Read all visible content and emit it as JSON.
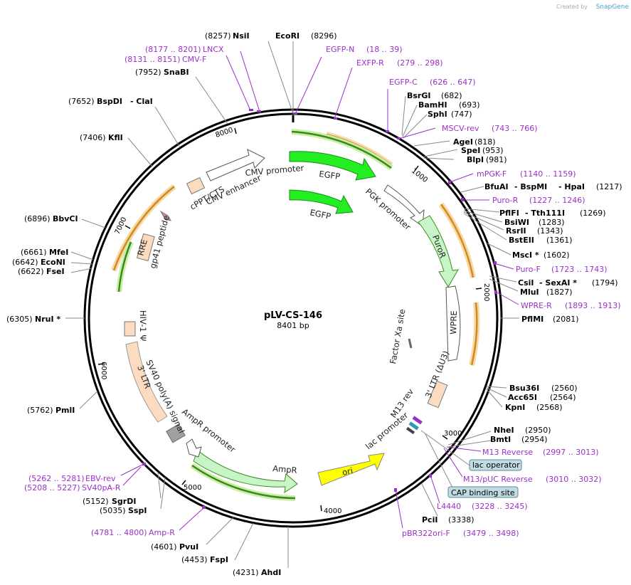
{
  "watermark": "Created by",
  "brand": "SnapGene",
  "plasmid": {
    "name": "pLV-CS-146",
    "size": "8401 bp"
  },
  "colors": {
    "primer": "#9b30c8",
    "egfp": "#22ee22",
    "puror": "#c8f5c8",
    "ampr": "#c8f5c8",
    "ori": "#ffff00",
    "peach": "#fbdcc0",
    "gray": "#a0a0a0",
    "orf_orange": "#d28a1e",
    "orf_green": "#3a8a1a"
  },
  "ticks": [
    "1000",
    "2000",
    "3000",
    "4000",
    "5000",
    "6000",
    "7000",
    "8000"
  ],
  "sites": [
    {
      "pos": "(8257)",
      "name": "NsiI"
    },
    {
      "pos": "(8296)",
      "name": "EcoRI"
    },
    {
      "pos": "(7952)",
      "name": "SnaBI"
    },
    {
      "pos": "(7652)",
      "name": "BspDI",
      "name2": "- ClaI"
    },
    {
      "pos": "(7406)",
      "name": "KflI"
    },
    {
      "pos": "(6896)",
      "name": "BbvCI"
    },
    {
      "pos": "(6661)",
      "name": "MfeI"
    },
    {
      "pos": "(6642)",
      "name": "EcoNI"
    },
    {
      "pos": "(6622)",
      "name": "FseI"
    },
    {
      "pos": "(6305)",
      "name": "NruI *"
    },
    {
      "pos": "(5762)",
      "name": "PmlI"
    },
    {
      "pos": "(5152)",
      "name": "SgrDI"
    },
    {
      "pos": "(5035)",
      "name": "SspI"
    },
    {
      "pos": "(4601)",
      "name": "PvuI"
    },
    {
      "pos": "(4453)",
      "name": "FspI"
    },
    {
      "pos": "(4231)",
      "name": "AhdI"
    },
    {
      "pos": "(3338)",
      "name": "PciI"
    },
    {
      "pos": "(2950)",
      "name": "NheI"
    },
    {
      "pos": "(2954)",
      "name": "BmtI"
    },
    {
      "pos": "(2560)",
      "name": "Bsu36I"
    },
    {
      "pos": "(2564)",
      "name": "Acc65I"
    },
    {
      "pos": "(2568)",
      "name": "KpnI"
    },
    {
      "pos": "(2081)",
      "name": "PflMI"
    },
    {
      "pos": "(1827)",
      "name": "MluI"
    },
    {
      "pos": "(1794)",
      "name": "CsiI",
      "name2": "- SexAI *"
    },
    {
      "pos": "(1602)",
      "name": "MscI *"
    },
    {
      "pos": "(1361)",
      "name": "BstEII"
    },
    {
      "pos": "(1343)",
      "name": "RsrII"
    },
    {
      "pos": "(1283)",
      "name": "BsiWI"
    },
    {
      "pos": "(1269)",
      "name": "PflFI",
      "name2": "- Tth111I"
    },
    {
      "pos": "(1217)",
      "name": "BfuAI",
      "name2": "- BspMI",
      "name3": "- HpaI"
    },
    {
      "pos": "(981)",
      "name": "BlpI"
    },
    {
      "pos": "(953)",
      "name": "SpeI"
    },
    {
      "pos": "(818)",
      "name": "AgeI"
    },
    {
      "pos": "(747)",
      "name": "SphI"
    },
    {
      "pos": "(693)",
      "name": "BamHI"
    },
    {
      "pos": "(682)",
      "name": "BsrGI"
    }
  ],
  "primers": [
    {
      "name": "LNCX",
      "range": "(8177 .. 8201)"
    },
    {
      "name": "CMV-F",
      "range": "(8131 .. 8151)"
    },
    {
      "name": "EGFP-N",
      "range": "(18 .. 39)"
    },
    {
      "name": "EXFP-R",
      "range": "(279 .. 298)"
    },
    {
      "name": "EGFP-C",
      "range": "(626 .. 647)"
    },
    {
      "name": "MSCV-rev",
      "range": "(743 .. 766)"
    },
    {
      "name": "mPGK-F",
      "range": "(1140 .. 1159)"
    },
    {
      "name": "Puro-R",
      "range": "(1227 .. 1246)"
    },
    {
      "name": "Puro-F",
      "range": "(1723 .. 1743)"
    },
    {
      "name": "WPRE-R",
      "range": "(1893 .. 1913)"
    },
    {
      "name": "M13 Reverse",
      "range": "(2997 .. 3013)"
    },
    {
      "name": "M13/pUC Reverse",
      "range": "(3010 .. 3032)"
    },
    {
      "name": "L4440",
      "range": "(3228 .. 3245)"
    },
    {
      "name": "pBR322ori-F",
      "range": "(3479 .. 3498)"
    },
    {
      "name": "EBV-rev",
      "range": "(5262 .. 5281)"
    },
    {
      "name": "SV40pA-R",
      "range": "(5208 .. 5227)"
    },
    {
      "name": "Amp-R",
      "range": "(4781 .. 4800)"
    }
  ],
  "boxed_labels": [
    "lac operator",
    "CAP binding site"
  ],
  "features": {
    "cmv_promoter": "CMV promoter",
    "egfp1": "EGFP",
    "cppt": "cPPT/CTS",
    "cmv_enhancer": "CMV enhancer",
    "egfp2": "EGFP",
    "pgk_promoter": "PGK promoter",
    "puror": "PuroR",
    "wpre": "WPRE",
    "factor_xa": "Factor Xa site",
    "ltr3": "3' LTR (ΔU3)",
    "m13rev": "M13 rev",
    "lac_promoter": "lac promoter",
    "ori": "ori",
    "ampr": "AmpR",
    "ampr_promoter": "AmpR promoter",
    "sv40": "SV40 poly(A) signal",
    "ltr5": "3' LTR",
    "hiv": "HIV-1 Ψ",
    "rre": "RRE",
    "gp41": "gp41 peptide"
  }
}
